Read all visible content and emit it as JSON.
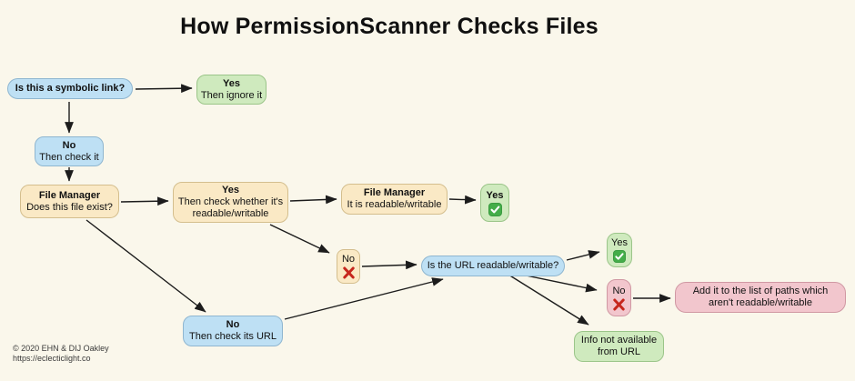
{
  "title": "How PermissionScanner Checks Files",
  "nodes": {
    "symlink_question": {
      "lines": [
        "Is this a symbolic link?"
      ]
    },
    "yes_ignore": {
      "lines": [
        "Yes",
        "Then ignore it"
      ]
    },
    "no_check_it": {
      "lines": [
        "No",
        "Then check it"
      ]
    },
    "fm_exists": {
      "lines": [
        "File Manager",
        "Does this file exist?"
      ]
    },
    "yes_check_rw": {
      "lines": [
        "Yes",
        "Then check whether it's",
        "readable/writable"
      ]
    },
    "fm_is_rw": {
      "lines": [
        "File Manager",
        "It is readable/writable"
      ]
    },
    "yes_rw": {
      "lines": [
        "Yes"
      ],
      "icon": "check"
    },
    "no_rw": {
      "lines": [
        "No"
      ],
      "icon": "cross"
    },
    "url_question": {
      "lines": [
        "Is the URL readable/writable?"
      ]
    },
    "yes_url": {
      "lines": [
        "Yes"
      ],
      "icon": "check"
    },
    "no_url": {
      "lines": [
        "No"
      ],
      "icon": "cross"
    },
    "add_to_list": {
      "lines": [
        "Add it to the list of paths which",
        "aren't readable/writable"
      ]
    },
    "info_unavailable": {
      "lines": [
        "Info not available",
        "from URL"
      ]
    },
    "no_check_url": {
      "lines": [
        "No",
        "Then check its URL"
      ]
    }
  },
  "footer": {
    "copyright": "© 2020 EHN & DIJ Oakley",
    "url": "https://eclecticlight.co"
  },
  "colors": {
    "background": "#faf7eb",
    "blue_fill": "#bee0f4",
    "blue_border": "#8fb6d0",
    "green_fill": "#cfeabe",
    "green_border": "#9bc589",
    "yellow_fill": "#fae9c5",
    "yellow_border": "#d4be8d",
    "pink_fill": "#f2c6cd",
    "pink_border": "#d098a3",
    "check_green": "#44ad49",
    "cross_red": "#c6271d",
    "arrow": "#1c1c1c"
  }
}
